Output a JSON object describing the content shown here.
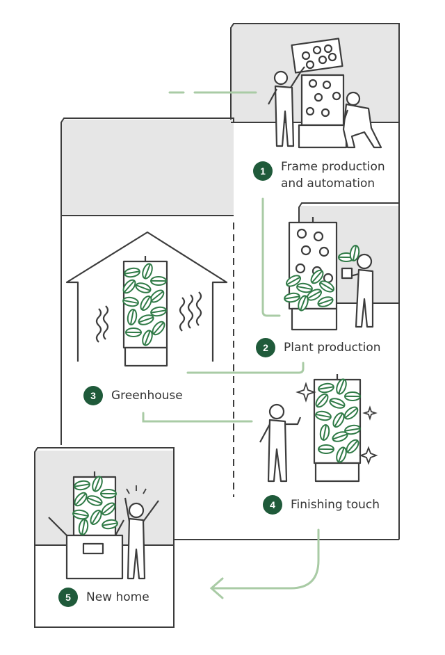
{
  "steps": [
    {
      "number": "1",
      "label_line1": "Frame production",
      "label_line2": "and automation"
    },
    {
      "number": "2",
      "label": "Plant production"
    },
    {
      "number": "3",
      "label": "Greenhouse"
    },
    {
      "number": "4",
      "label": "Finishing touch"
    },
    {
      "number": "5",
      "label": "New home"
    }
  ],
  "colors": {
    "accent": "#1f5a3a",
    "line": "#3c3c3c",
    "panel": "#e6e6e6",
    "connector": "#a9cba5",
    "leaf": "#2f7a46"
  }
}
